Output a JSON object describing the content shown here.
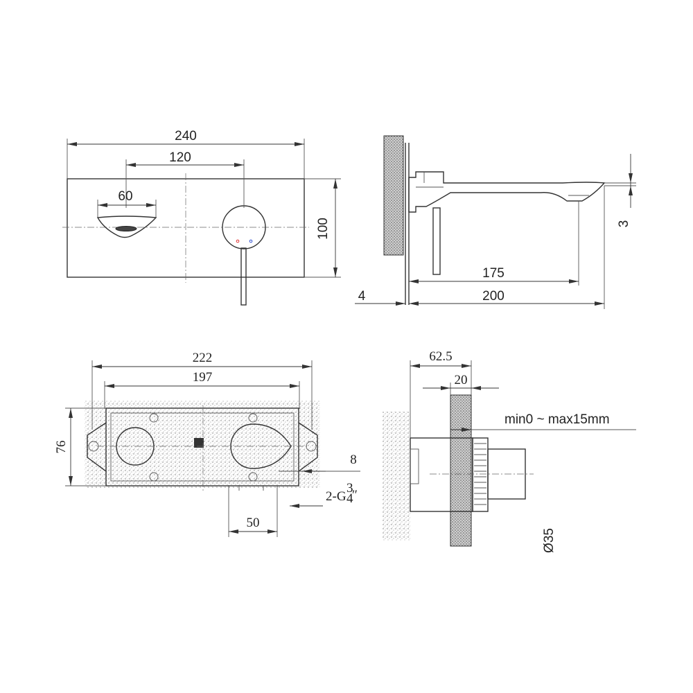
{
  "top_view": {
    "dim_overall_width": "240",
    "dim_center_spacing": "120",
    "dim_spout_width": "60",
    "dim_height": "100"
  },
  "side_view": {
    "dim_spout_thickness": "3",
    "dim_projection_175": "175",
    "dim_projection_200": "200",
    "dim_plate_thickness": "4"
  },
  "box_view": {
    "dim_box_outer": "222",
    "dim_box_inner": "197",
    "dim_box_height": "76",
    "dim_offset": "8",
    "dim_port_spacing": "50",
    "thread_prefix": "2-G",
    "thread_num": "3",
    "thread_den": "4",
    "thread_suffix": "″"
  },
  "section_view": {
    "dim_depth": "62.5",
    "dim_wall": "20",
    "dim_tolerance": "min0 ~ max15mm",
    "dim_diameter": "Ø35"
  },
  "colors": {
    "hot_marker": "#e03030",
    "cold_marker": "#3050d0",
    "line": "#333333"
  }
}
